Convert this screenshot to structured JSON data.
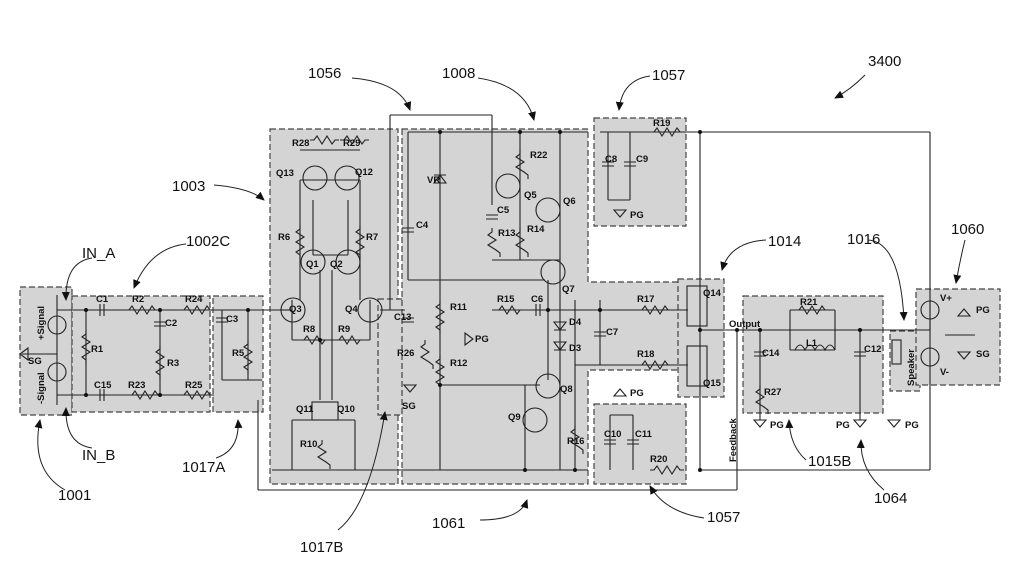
{
  "figure_number": "3400",
  "reference_labels": {
    "r1001": "1001",
    "r1002c": "1002C",
    "r1003": "1003",
    "r1008": "1008",
    "r1014": "1014",
    "r1015b": "1015B",
    "r1016": "1016",
    "r1017a": "1017A",
    "r1017b": "1017B",
    "r1056": "1056",
    "r1057a": "1057",
    "r1057b": "1057",
    "r1060": "1060",
    "r1061": "1061",
    "r1064": "1064",
    "in_a": "IN_A",
    "in_b": "IN_B"
  },
  "components": {
    "plus_signal": "+Signal",
    "minus_signal": "-Signal",
    "sg1": "SG",
    "sg2": "SG",
    "sg3": "SG",
    "pg1": "PG",
    "pg2": "PG",
    "pg3": "PG",
    "pg4": "PG",
    "pg5": "PG",
    "pg6": "PG",
    "pg7": "PG",
    "c1": "C1",
    "c2": "C2",
    "c3": "C3",
    "c4": "C4",
    "c5": "C5",
    "c6": "C6",
    "c7": "C7",
    "c8": "C8",
    "c9": "C9",
    "c10": "C10",
    "c11": "C11",
    "c12": "C12",
    "c13": "C13",
    "c14": "C14",
    "c15": "C15",
    "r1": "R1",
    "r2": "R2",
    "r3": "R3",
    "r5": "R5",
    "r6": "R6",
    "r7": "R7",
    "r8": "R8",
    "r9": "R9",
    "r10": "R10",
    "r11": "R11",
    "r12": "R12",
    "r13": "R13",
    "r14": "R14",
    "r15": "R15",
    "r16": "R16",
    "r17": "R17",
    "r18": "R18",
    "r19": "R19",
    "r20": "R20",
    "r21": "R21",
    "r22": "R22",
    "r23": "R23",
    "r24": "R24",
    "r25": "R25",
    "r26": "R26",
    "r27": "R27",
    "r28": "R28",
    "r29": "R29",
    "q1": "Q1",
    "q2": "Q2",
    "q3": "Q3",
    "q4": "Q4",
    "q5": "Q5",
    "q6": "Q6",
    "q7": "Q7",
    "q8": "Q8",
    "q9": "Q9",
    "q10": "Q10",
    "q11": "Q11",
    "q12": "Q12",
    "q13": "Q13",
    "q14": "Q14",
    "q15": "Q15",
    "d3": "D3",
    "d4": "D4",
    "vr": "VR",
    "l1": "L1",
    "output": "Output",
    "feedback": "Feedback",
    "speaker": "Speaker",
    "vplus": "V+",
    "vminus": "V-"
  }
}
